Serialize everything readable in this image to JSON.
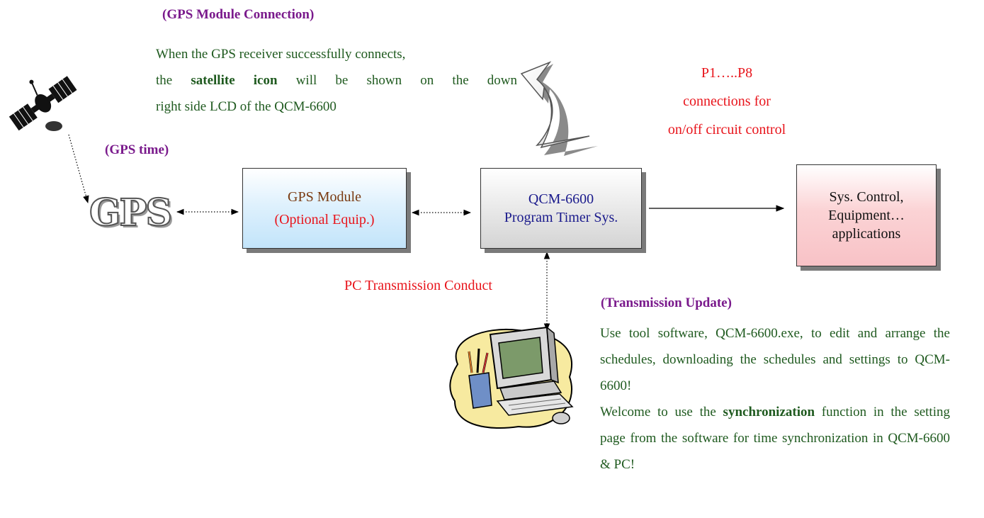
{
  "gps_connection": {
    "title": "(GPS Module Connection)",
    "lines": [
      "When the GPS receiver successfully connects,",
      "right side LCD of the QCM-6600"
    ],
    "line2_prefix": "the ",
    "line2_bold": "satellite icon",
    "line2_suffix": " will be shown on the down"
  },
  "gps_time_label": "(GPS time)",
  "gps_logo_text": "GPS",
  "boxes": {
    "gps_module": {
      "line1": "GPS Module",
      "line2": "(Optional Equip.)"
    },
    "qcm": {
      "line1": "QCM-6600",
      "line2": "Program Timer Sys."
    },
    "sys": {
      "line1": "Sys. Control,",
      "line2": "Equipment…",
      "line3": "applications"
    }
  },
  "relay_note": {
    "line1": "P1…..P8",
    "line2": "connections for",
    "line3": "on/off circuit control"
  },
  "pc_label": "PC Transmission Conduct",
  "transmission_update": {
    "title": "(Transmission Update)",
    "para1": "Use tool software, QCM-6600.exe, to edit and arrange the schedules, downloading the schedules and settings to QCM-6600!",
    "para2_prefix": "Welcome to use the ",
    "para2_bold": "synchronization",
    "para2_suffix": " function in the setting page from the software for time synchronization in QCM-6600 & PC!"
  },
  "colors": {
    "title_purple": "#7a1a8c",
    "body_green": "#1f5a1f",
    "note_red": "#e8141b",
    "gps_module_line1": "#7a3b12",
    "qcm_text": "#1a1a8c"
  },
  "icons": [
    "satellite-icon",
    "computer-icon",
    "curved-arrow-icon"
  ]
}
